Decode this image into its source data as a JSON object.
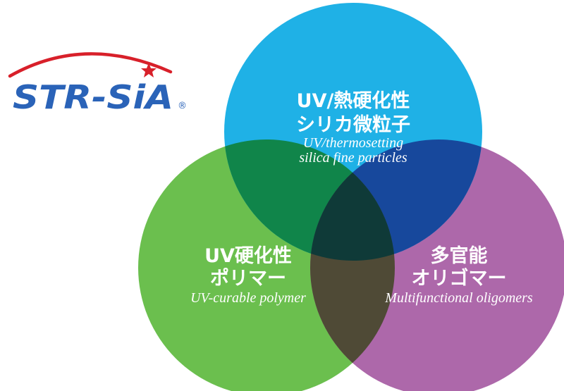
{
  "logo": {
    "text": "STR-SiA",
    "registered_mark": "®",
    "text_color": "#2a63b8",
    "arc_color": "#d8202a",
    "star_color": "#d8202a"
  },
  "circles": {
    "top": {
      "color": "#1fb1e6",
      "title_line1": "UV/熱硬化性",
      "title_line2": "シリカ微粒子",
      "subtitle_line1": "UV/thermosetting",
      "subtitle_line2": "silica fine particles"
    },
    "left": {
      "color": "#6bbf4e",
      "title_line1": "UV硬化性",
      "title_line2": "ポリマー",
      "subtitle": "UV-curable polymer"
    },
    "right": {
      "color": "#ad68aa",
      "title_line1": "多官能",
      "title_line2": "オリゴマー",
      "subtitle": "Multifunctional oligomers"
    }
  },
  "overlaps": {
    "top_left": "#10854a",
    "top_right": "#17489c",
    "left_right": "#4f4a36",
    "center": "#0f3a38"
  }
}
